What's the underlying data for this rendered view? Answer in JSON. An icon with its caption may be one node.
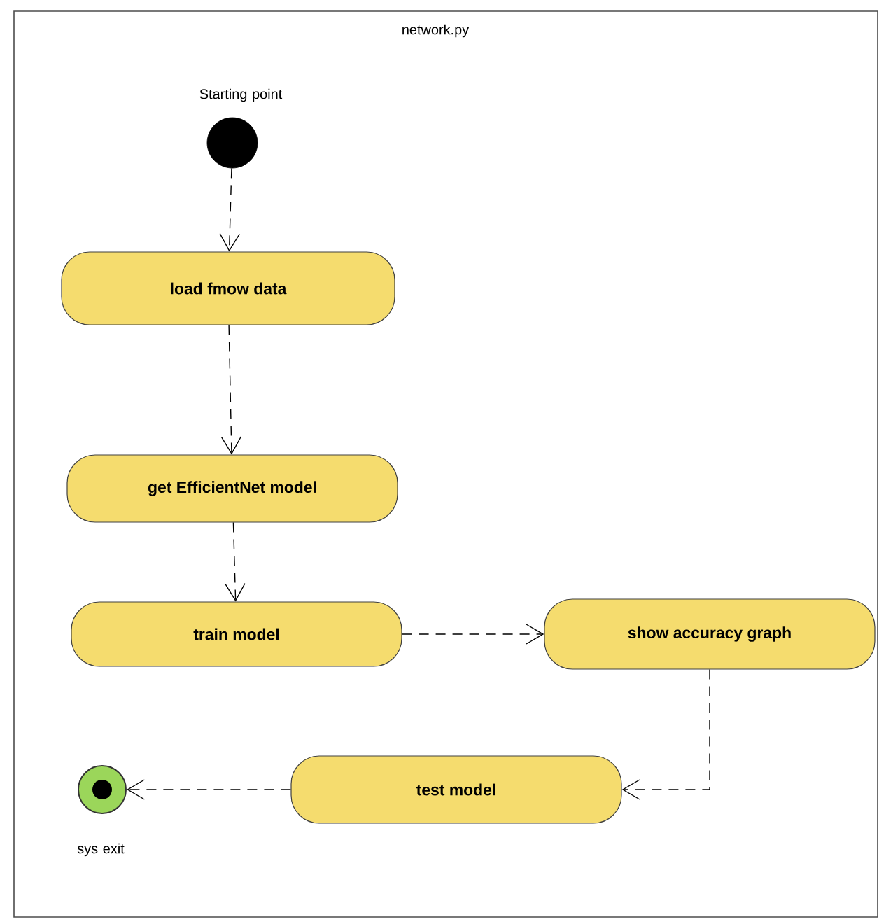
{
  "diagram": {
    "title": "network.py",
    "nodes": [
      {
        "text": [],
        "shape": "circle",
        "beside": [
          "Starting point"
        ]
      },
      {
        "text": [
          "load fmow data"
        ]
      },
      {
        "text": [
          "get EfficientNet model"
        ]
      },
      {
        "text": [
          "train model"
        ]
      },
      {
        "text": [
          "show accuracy graph"
        ]
      },
      {
        "text": [
          "test model"
        ]
      },
      {
        "text": [],
        "shape": "circle",
        "beside": [
          "sys exit"
        ]
      }
    ],
    "edges": [
      {
        "from": 0,
        "to": 1,
        "arrow": "to",
        "style": "dashed"
      },
      {
        "from": 1,
        "to": 2,
        "arrow": "to",
        "style": "dashed"
      },
      {
        "from": 2,
        "to": 3,
        "arrow": "to",
        "style": "dashed"
      },
      {
        "from": 3,
        "to": 4,
        "arrow": "to",
        "style": "dashed"
      },
      {
        "from": 4,
        "to": 5,
        "arrow": "to",
        "style": "dashed"
      },
      {
        "from": 5,
        "to": 6,
        "arrow": "to",
        "style": "dashed"
      }
    ]
  }
}
